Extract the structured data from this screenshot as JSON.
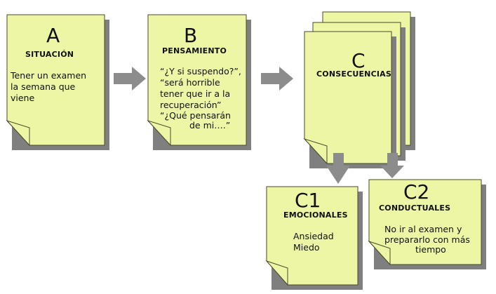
{
  "colors": {
    "note_fill": "#ecf6a5",
    "note_stroke": "#4a4a2a",
    "shadow": "#7f7f7f",
    "arrow": "#8c8c8c"
  },
  "notes": {
    "a": {
      "letter": "A",
      "caption": "SITUACIÓN",
      "lines": [
        "Tener un examen",
        "la semana que",
        "viene"
      ]
    },
    "b": {
      "letter": "B",
      "caption": "PENSAMIENTO",
      "lines": [
        "“¿Y si suspendo?”,",
        "“será horrible",
        "tener que ir a la",
        "recuperación”",
        "“¿Qué pensarán",
        "de mi….”"
      ]
    },
    "c": {
      "letter": "C",
      "caption": "CONSECUENCIAS"
    },
    "c1": {
      "letter": "C1",
      "caption": "EMOCIONALES",
      "lines": [
        "Ansiedad",
        "Miedo"
      ]
    },
    "c2": {
      "letter": "C2",
      "caption": "CONDUCTUALES",
      "lines": [
        "No ir al examen y",
        "prepararlo con más",
        "tiempo"
      ]
    }
  }
}
